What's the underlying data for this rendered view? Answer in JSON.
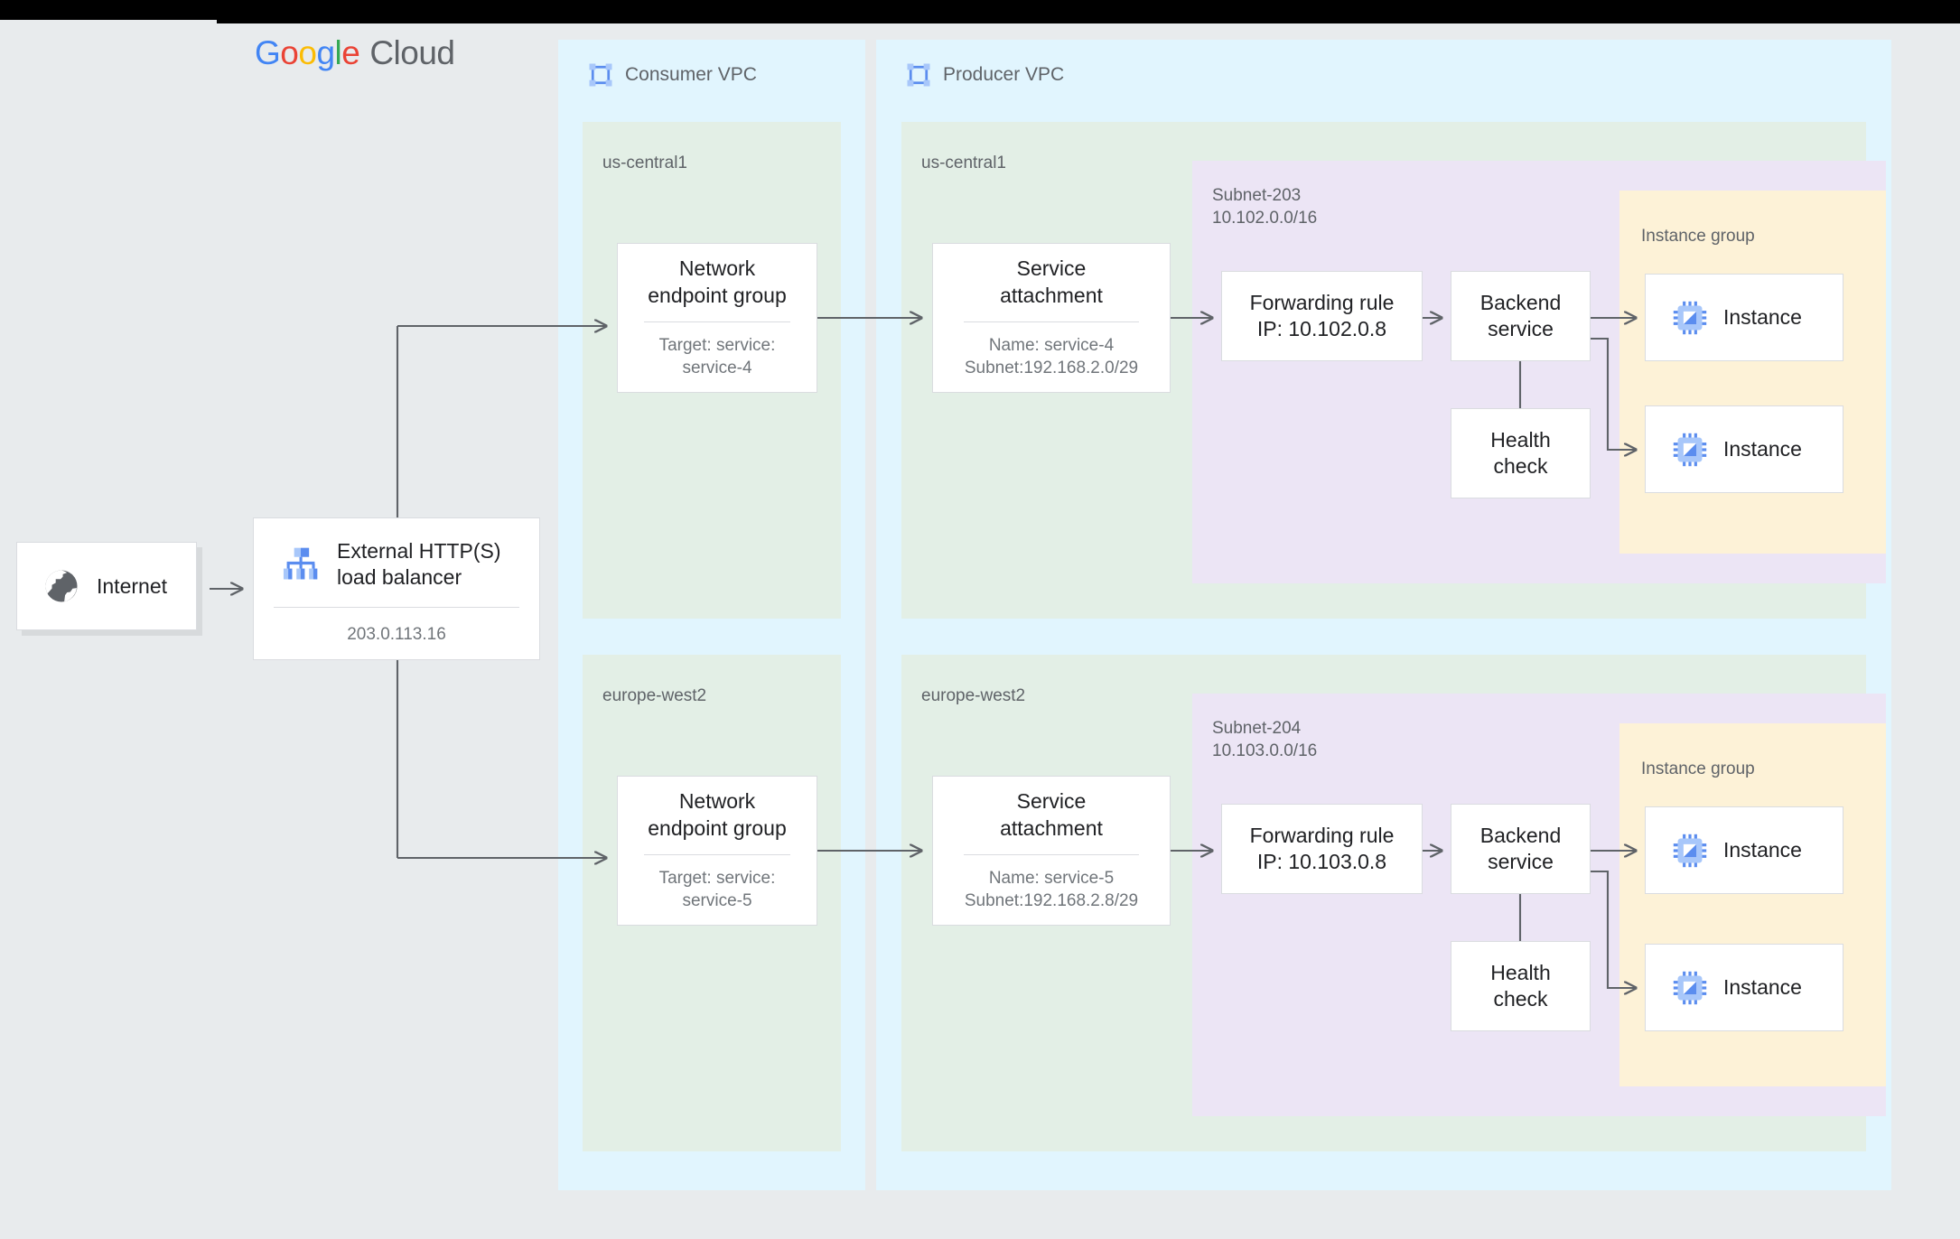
{
  "brand": {
    "name_parts": [
      "G",
      "o",
      "o",
      "g",
      "l",
      "e"
    ],
    "cloud_word": "Cloud",
    "colors": {
      "blue": "#4285f4",
      "red": "#ea4335",
      "yellow": "#fbbc05",
      "green": "#34a853",
      "grey": "#5f6368"
    }
  },
  "containers": {
    "consumer_vpc": {
      "title": "Consumer VPC",
      "icon": "vpc-network-icon",
      "color": "#e1f5fe"
    },
    "producer_vpc": {
      "title": "Producer VPC",
      "icon": "vpc-network-icon",
      "color": "#e1f5fe"
    },
    "region_colors": "#e3efe6",
    "subnet_color": "#ece5f5",
    "instance_group_color": "#fdf2d7"
  },
  "internet": {
    "label": "Internet",
    "icon": "globe-icon"
  },
  "load_balancer": {
    "title": "External HTTP(S)\nload balancer",
    "ip": "203.0.113.16",
    "icon": "load-balancer-icon"
  },
  "rows": [
    {
      "consumer_region": "us-central1",
      "producer_region": "us-central1",
      "neg": {
        "title": "Network\nendpoint group",
        "sub": "Target: service:\nservice-4"
      },
      "service_attachment": {
        "title": "Service\nattachment",
        "sub": "Name: service-4\nSubnet:192.168.2.0/29"
      },
      "subnet": {
        "name": "Subnet-203",
        "cidr": "10.102.0.0/16"
      },
      "forwarding_rule": {
        "title": "Forwarding rule\nIP: 10.102.0.8"
      },
      "backend_service": {
        "title": "Backend\nservice"
      },
      "health_check": {
        "title": "Health\ncheck"
      },
      "instance_group": {
        "label": "Instance group",
        "instances": [
          {
            "label": "Instance",
            "icon": "vm-instance-icon"
          },
          {
            "label": "Instance",
            "icon": "vm-instance-icon"
          }
        ]
      }
    },
    {
      "consumer_region": "europe-west2",
      "producer_region": "europe-west2",
      "neg": {
        "title": "Network\nendpoint group",
        "sub": "Target: service:\nservice-5"
      },
      "service_attachment": {
        "title": "Service\nattachment",
        "sub": "Name: service-5\nSubnet:192.168.2.8/29"
      },
      "subnet": {
        "name": "Subnet-204",
        "cidr": "10.103.0.0/16"
      },
      "forwarding_rule": {
        "title": "Forwarding rule\nIP: 10.103.0.8"
      },
      "backend_service": {
        "title": "Backend\nservice"
      },
      "health_check": {
        "title": "Health\ncheck"
      },
      "instance_group": {
        "label": "Instance group",
        "instances": [
          {
            "label": "Instance",
            "icon": "vm-instance-icon"
          },
          {
            "label": "Instance",
            "icon": "vm-instance-icon"
          }
        ]
      }
    }
  ]
}
